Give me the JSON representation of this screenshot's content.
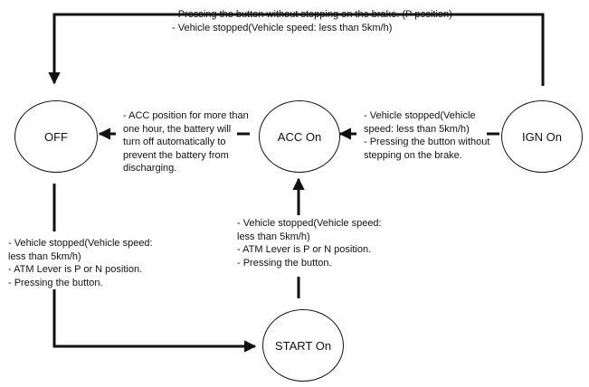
{
  "states": {
    "off": "OFF",
    "acc": "ACC On",
    "ign": "IGN On",
    "start": "START On"
  },
  "transitions": {
    "ign_to_off": [
      "- Pressing the button without stepping on the brake. (P position)",
      "- Vehicle stopped(Vehicle speed: less than 5km/h)"
    ],
    "acc_to_off": [
      "- ACC position for more than",
      "  one hour, the battery will",
      "turn off automatically to",
      "prevent the battery from",
      "discharging."
    ],
    "ign_to_acc": [
      "- Vehicle stopped(Vehicle",
      "speed: less than 5km/h)",
      "- Pressing the button without",
      "stepping on the brake."
    ],
    "start_to_acc": [
      "- Vehicle stopped(Vehicle speed:",
      "less than 5km/h)",
      "- ATM Lever is P or N position.",
      "- Pressing the button."
    ],
    "off_to_start": [
      "- Vehicle stopped(Vehicle speed:",
      "less than 5km/h)",
      "- ATM Lever is P or N position.",
      "- Pressing the button."
    ]
  }
}
